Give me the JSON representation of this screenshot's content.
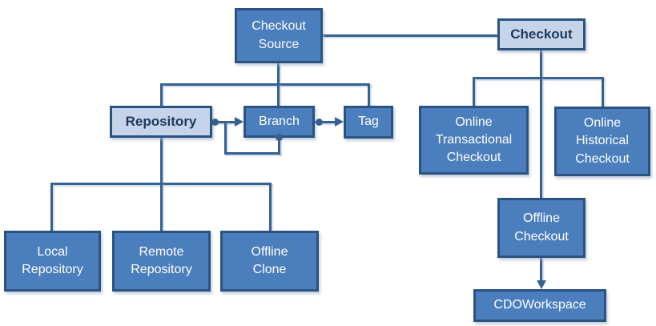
{
  "diagram": {
    "nodes": {
      "checkout_source": {
        "label": [
          "Checkout",
          "Source"
        ],
        "style": "dark"
      },
      "checkout": {
        "label": "Checkout",
        "style": "light"
      },
      "repository": {
        "label": "Repository",
        "style": "light"
      },
      "branch": {
        "label": "Branch",
        "style": "dark"
      },
      "tag": {
        "label": "Tag",
        "style": "dark"
      },
      "online_transactional_checkout": {
        "label": [
          "Online",
          "Transactional",
          "Checkout"
        ],
        "style": "dark"
      },
      "online_historical_checkout": {
        "label": [
          "Online",
          "Historical",
          "Checkout"
        ],
        "style": "dark"
      },
      "offline_checkout": {
        "label": [
          "Offline",
          "Checkout"
        ],
        "style": "dark"
      },
      "cdo_workspace": {
        "label": "CDOWorkspace",
        "style": "dark"
      },
      "local_repository": {
        "label": [
          "Local",
          "Repository"
        ],
        "style": "dark"
      },
      "remote_repository": {
        "label": [
          "Remote",
          "Repository"
        ],
        "style": "dark"
      },
      "offline_clone": {
        "label": [
          "Offline",
          "Clone"
        ],
        "style": "dark"
      }
    },
    "edges": [
      {
        "from": "checkout_source",
        "to": "checkout",
        "type": "plain-link"
      },
      {
        "from": "checkout_source",
        "to": "repository",
        "type": "tree"
      },
      {
        "from": "checkout_source",
        "to": "branch",
        "type": "tree"
      },
      {
        "from": "checkout_source",
        "to": "tag",
        "type": "tree"
      },
      {
        "from": "repository",
        "to": "branch",
        "type": "arrow-with-source-dot"
      },
      {
        "from": "branch",
        "to": "branch",
        "type": "self-loop-arrow-with-source-dot"
      },
      {
        "from": "branch",
        "to": "tag",
        "type": "arrow-with-source-dot"
      },
      {
        "from": "repository",
        "to": "local_repository",
        "type": "tree"
      },
      {
        "from": "repository",
        "to": "remote_repository",
        "type": "tree"
      },
      {
        "from": "repository",
        "to": "offline_clone",
        "type": "tree"
      },
      {
        "from": "checkout",
        "to": "online_transactional_checkout",
        "type": "tree"
      },
      {
        "from": "checkout",
        "to": "online_historical_checkout",
        "type": "tree"
      },
      {
        "from": "checkout",
        "to": "offline_checkout",
        "type": "tree"
      },
      {
        "from": "offline_checkout",
        "to": "cdo_workspace",
        "type": "arrow"
      }
    ],
    "colors": {
      "node_fill_dark": "#4b7ebd",
      "node_fill_light": "#c6d4ea",
      "node_border": "#2b5381",
      "connector": "#35618f",
      "text_on_dark": "#ffffff",
      "text_on_light": "#1d3a5f",
      "background": "#ffffff"
    }
  }
}
